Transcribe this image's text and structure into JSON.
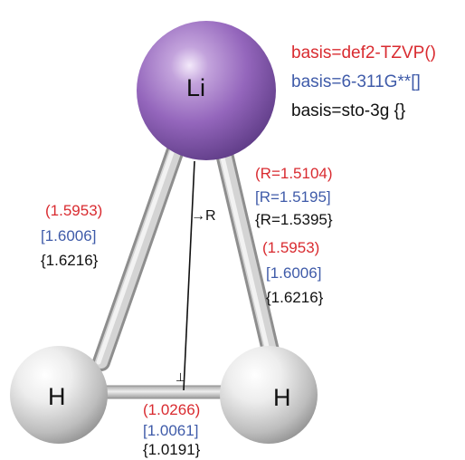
{
  "atoms": {
    "li": {
      "symbol": "Li",
      "color": "#9b6fbf"
    },
    "h1": {
      "symbol": "H",
      "color": "#e6e6e6"
    },
    "h2": {
      "symbol": "H",
      "color": "#e6e6e6"
    }
  },
  "legend": {
    "def2": {
      "text": "basis=def2-TZVP()",
      "color": "#d92b30"
    },
    "b631": {
      "text": "basis=6-311G**[]",
      "color": "#3f5ba9"
    },
    "sto": {
      "text": "basis=sto-3g {}",
      "color": "#111111"
    }
  },
  "r_marker": "→R",
  "perp_mark": "⊥",
  "left_bond": {
    "def2": "(1.5953)",
    "b631": "[1.6006]",
    "sto": "{1.6216}"
  },
  "right_bond": {
    "def2": "(1.5953)",
    "b631": "[1.6006]",
    "sto": "{1.6216}"
  },
  "r_distance": {
    "def2": "(R=1.5104)",
    "b631": "[R=1.5195]",
    "sto": "{R=1.5395}"
  },
  "hh_bond": {
    "def2": "(1.0266)",
    "b631": "[1.0061]",
    "sto": "{1.0191}"
  }
}
